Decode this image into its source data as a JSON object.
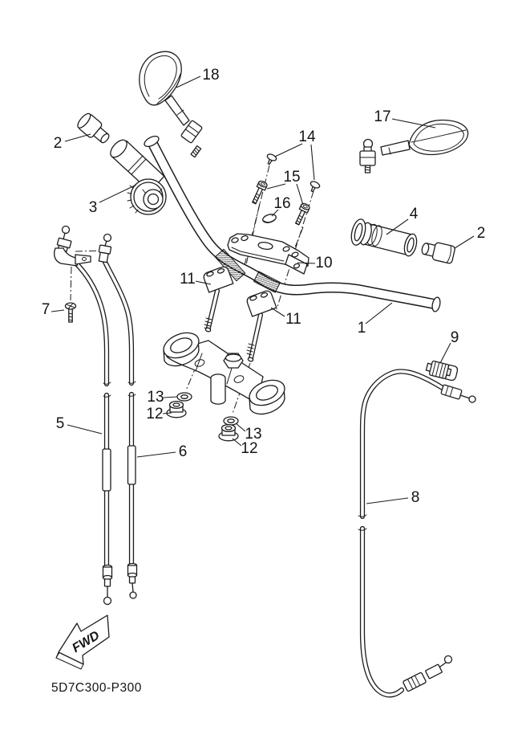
{
  "diagram": {
    "drawing_code": "5D7C300-P300",
    "fwd_label": "FWD",
    "callouts": [
      {
        "id": "18",
        "text": "18"
      },
      {
        "id": "2-left",
        "text": "2"
      },
      {
        "id": "3",
        "text": "3"
      },
      {
        "id": "17",
        "text": "17"
      },
      {
        "id": "14",
        "text": "14"
      },
      {
        "id": "15",
        "text": "15"
      },
      {
        "id": "16",
        "text": "16"
      },
      {
        "id": "4",
        "text": "4"
      },
      {
        "id": "2-right",
        "text": "2"
      },
      {
        "id": "10",
        "text": "10"
      },
      {
        "id": "11-left",
        "text": "11"
      },
      {
        "id": "11-right",
        "text": "11"
      },
      {
        "id": "1",
        "text": "1"
      },
      {
        "id": "9",
        "text": "9"
      },
      {
        "id": "7",
        "text": "7"
      },
      {
        "id": "13-left",
        "text": "13"
      },
      {
        "id": "12-left",
        "text": "12"
      },
      {
        "id": "5",
        "text": "5"
      },
      {
        "id": "13-right",
        "text": "13"
      },
      {
        "id": "12-right",
        "text": "12"
      },
      {
        "id": "6",
        "text": "6"
      },
      {
        "id": "8",
        "text": "8"
      }
    ]
  }
}
